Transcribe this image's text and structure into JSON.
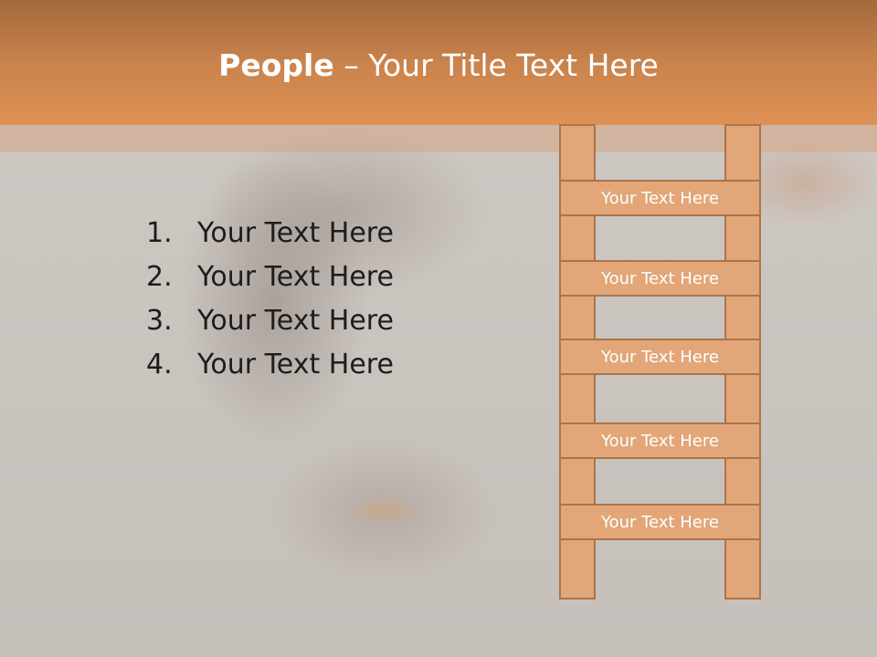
{
  "slide": {
    "title_bold": "People",
    "title_rest": " – Your Title Text Here",
    "list": [
      {
        "number": "1.",
        "text": "Your Text Here"
      },
      {
        "number": "2.",
        "text": "Your Text Here"
      },
      {
        "number": "3.",
        "text": "Your Text Here"
      },
      {
        "number": "4.",
        "text": "Your Text Here"
      }
    ],
    "ladder_steps": [
      "Your Text Here",
      "Your Text Here",
      "Your Text Here",
      "Your Text Here",
      "Your Text Here"
    ]
  },
  "colors": {
    "header_top": "#a4683d",
    "header_bottom": "#de9155",
    "ladder_fill": "#e2a678",
    "ladder_border": "#ab7549",
    "background": "#c9c4bf"
  }
}
